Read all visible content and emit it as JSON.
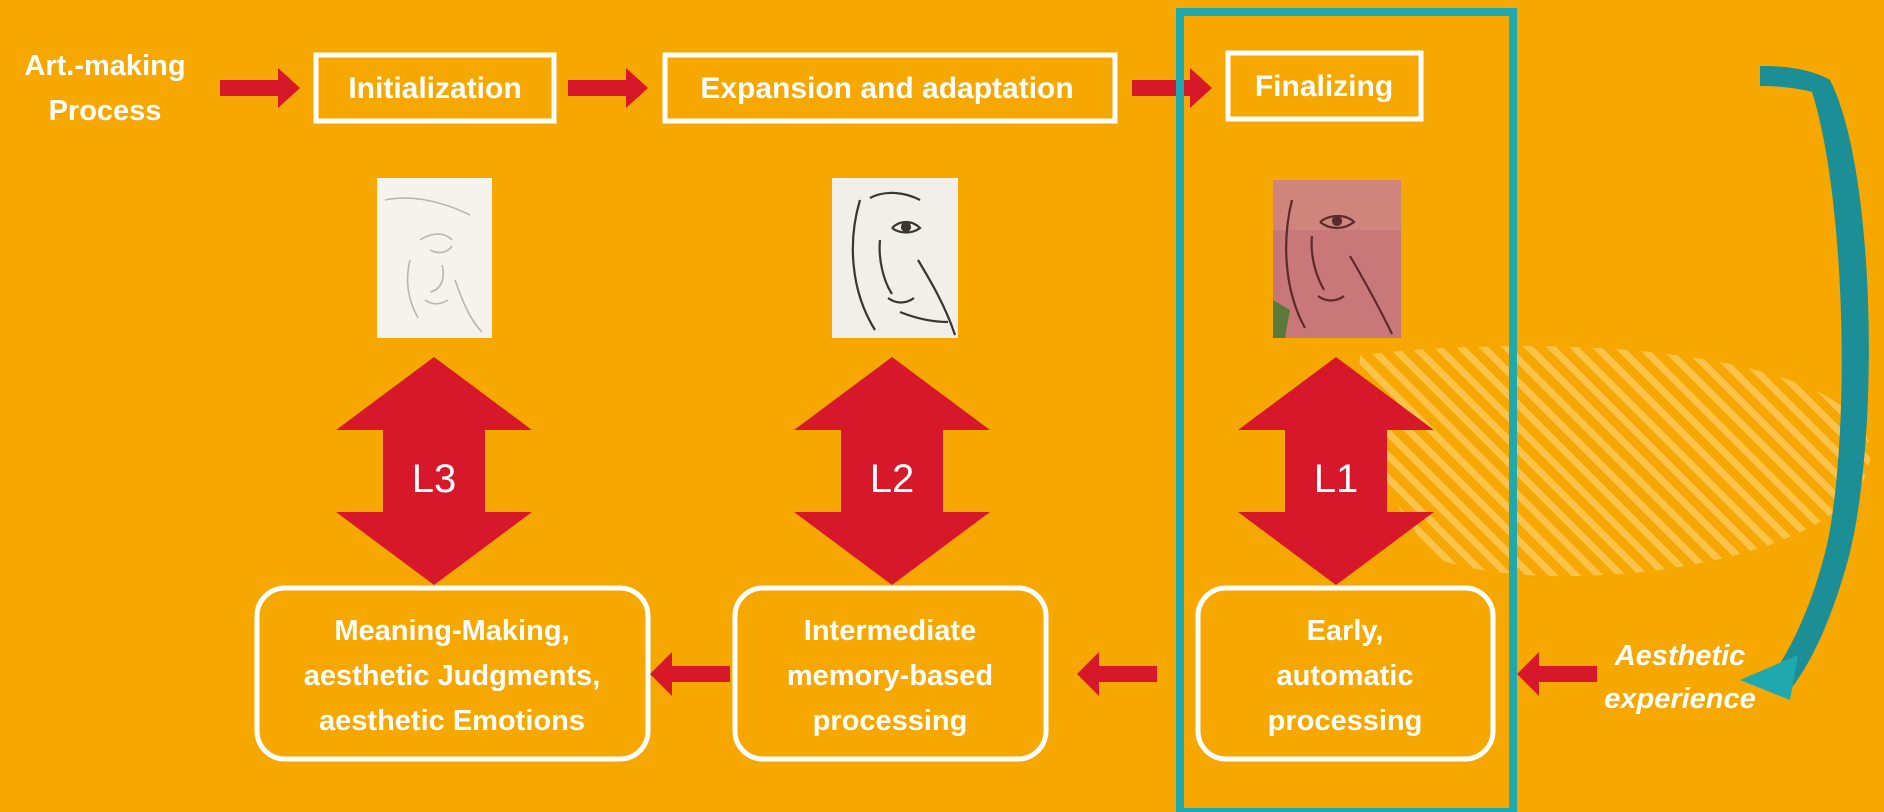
{
  "colors": {
    "background": "#f7a800",
    "arrow": "#d7182a",
    "frame_teal": "#1fa9ae",
    "curve_teal": "#1b8e96",
    "white": "#ffffff",
    "hatch": "#ffd98a"
  },
  "process": {
    "label_line1": "Art.-making",
    "label_line2": "Process",
    "stages": [
      "Initialization",
      "Expansion and adaptation",
      "Finalizing"
    ]
  },
  "sketches": [
    {
      "name": "initial-line-sketch",
      "fill": "#f6f3ee",
      "tone": "#bcb5ae",
      "description_icon": "face-sketch-icon"
    },
    {
      "name": "detailed-sketch",
      "fill": "#f2efea",
      "tone": "#3b3432",
      "description_icon": "face-sketch-icon"
    },
    {
      "name": "colored-painting",
      "fill": "#c9787a",
      "tone": "#5a2b2c",
      "description_icon": "face-painting-icon"
    }
  ],
  "levels": [
    "L3",
    "L2",
    "L1"
  ],
  "processing": [
    {
      "line1": "Meaning-Making,",
      "line2": "aesthetic Judgments,",
      "line3": "aesthetic Emotions"
    },
    {
      "line1": "Intermediate",
      "line2": "memory-based",
      "line3": "processing"
    },
    {
      "line1": "Early,",
      "line2": "automatic",
      "line3": "processing"
    }
  ],
  "aesthetic": {
    "line1": "Aesthetic",
    "line2": "experience"
  }
}
